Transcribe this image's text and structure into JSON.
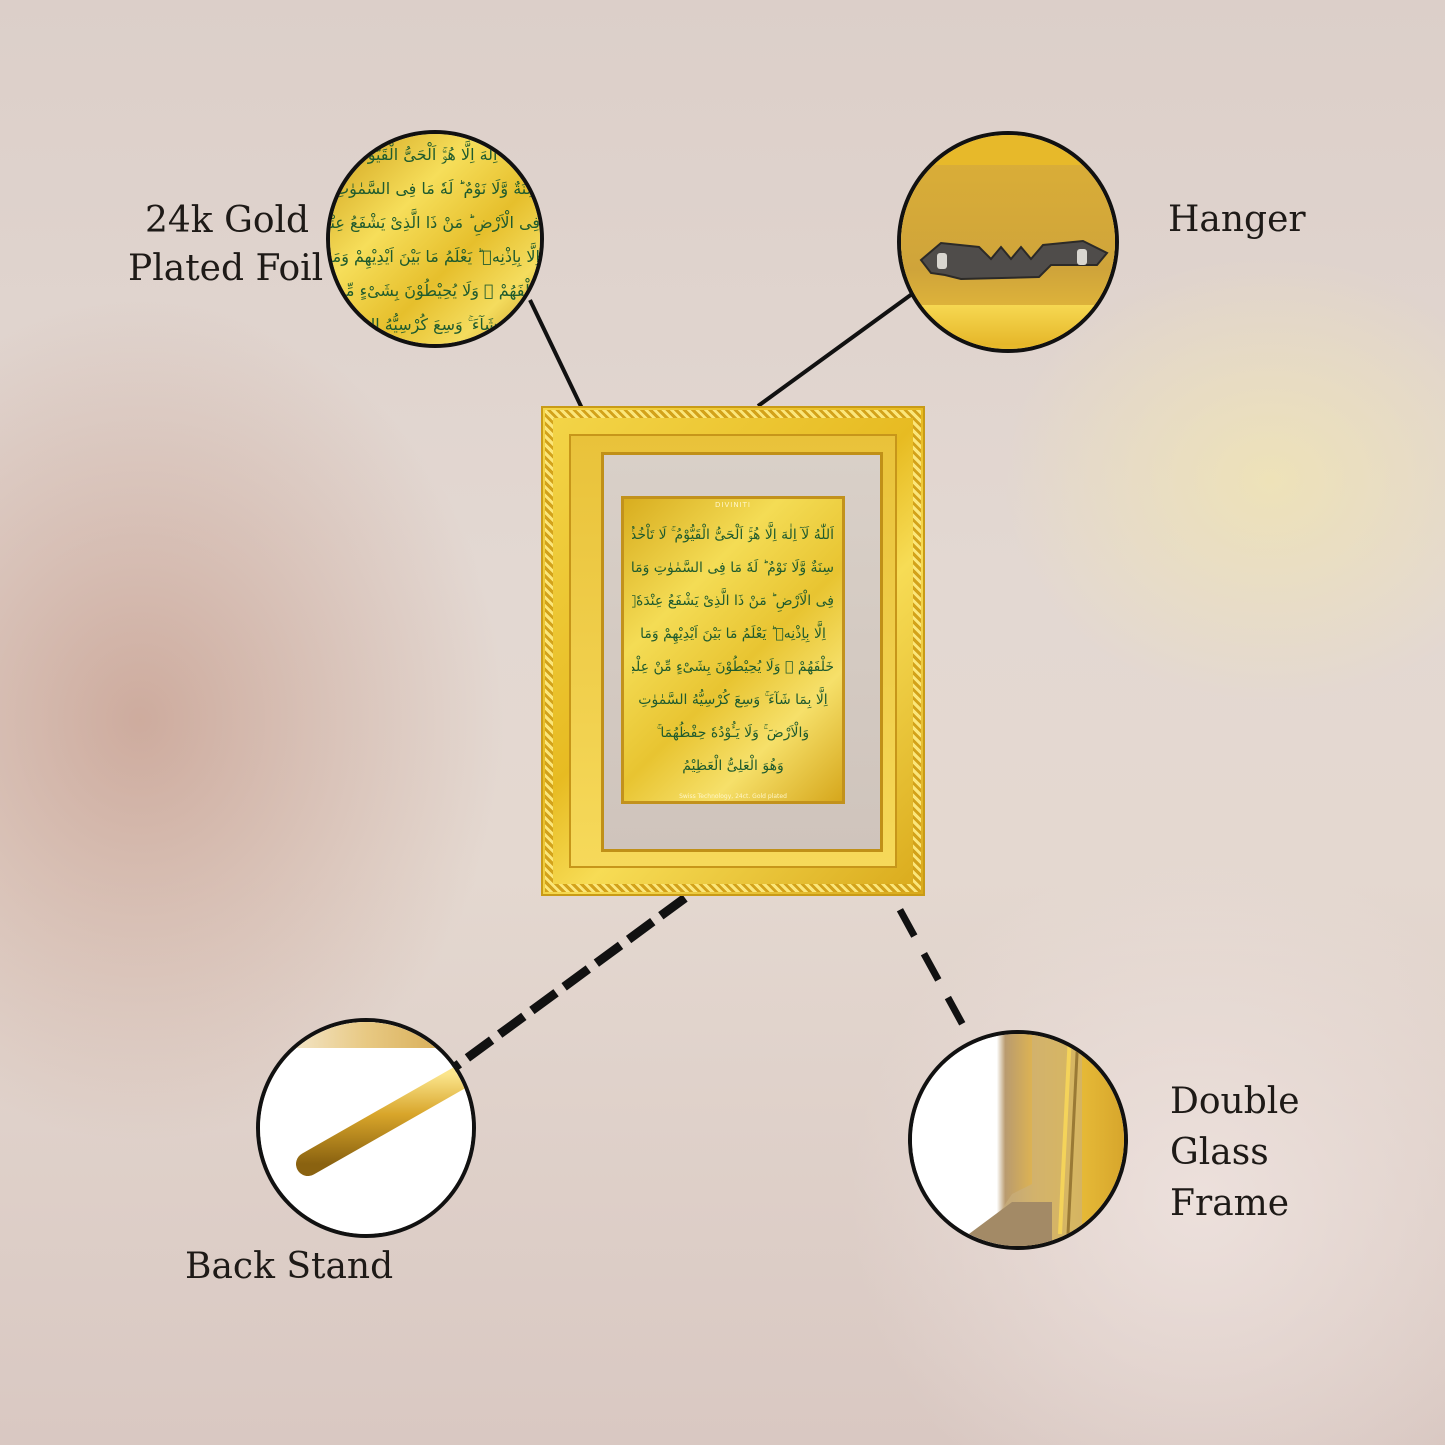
{
  "labels": {
    "foil_line1": "24k Gold",
    "foil_line2": "Plated Foil",
    "hanger": "Hanger",
    "back_stand": "Back Stand",
    "glass_line1": "Double",
    "glass_line2": "Glass",
    "glass_line3": "Frame"
  },
  "plate": {
    "brand": "DIVINITI",
    "footer": "Swiss Technology, 24ct. Gold plated",
    "lines": [
      "اَللّٰهُ لَآ اِلٰهَ اِلَّا هُوَۚ اَلْحَیُّ الْقَیُّوْمُ ۚ لَا تَاْخُذُهٗ",
      "سِنَةٌ وَّلَا نَوْمٌ ؕ لَهٗ مَا فِی السَّمٰوٰتِ وَمَا",
      "فِی الْاَرْضِ ؕ مَنْ ذَا الَّذِیْ یَشْفَعُ عِنْدَهٗۤ",
      "اِلَّا بِاِذْنِهٖ ؕ یَعْلَمُ مَا بَیْنَ اَیْدِیْهِمْ وَمَا",
      "خَلْفَهُمْ ۚ وَلَا یُحِیْطُوْنَ بِشَیْءٍ مِّنْ عِلْمِهٖۤ",
      "اِلَّا بِمَا شَآءَ ۚ وَسِعَ كُرْسِیُّهُ السَّمٰوٰتِ",
      "وَالْاَرْضَ ۚ وَلَا یَـُٔوْدُهٗ حِفْظُهُمَا ۚ",
      "وَهُوَ الْعَلِیُّ الْعَظِیْمُ"
    ]
  },
  "colors": {
    "gold": "#e8c431",
    "script_green": "#1f5b2e",
    "outline": "#111111",
    "label_text": "#1e1a17"
  },
  "icons": {
    "foil": "gold-foil-closeup-icon",
    "hanger": "sawtooth-hanger-icon",
    "stand": "brass-back-stand-icon",
    "glass": "double-glass-edge-icon"
  }
}
